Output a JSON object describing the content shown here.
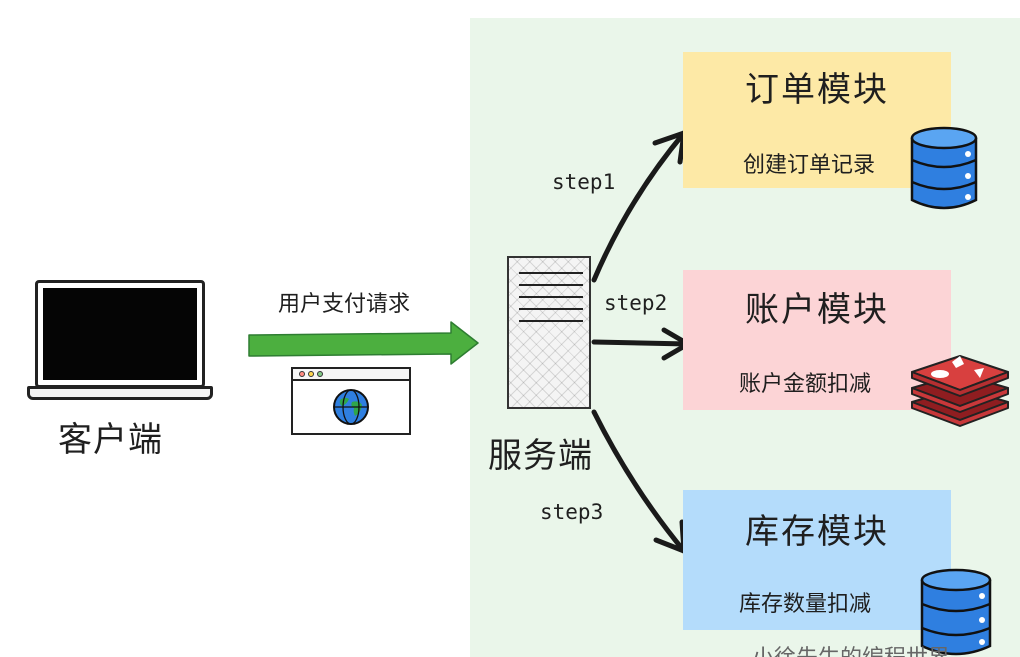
{
  "client": {
    "label": "客户端"
  },
  "request": {
    "label": "用户支付请求"
  },
  "server": {
    "label": "服务端"
  },
  "steps": [
    "step1",
    "step2",
    "step3"
  ],
  "modules": [
    {
      "title": "订单模块",
      "action": "创建订单记录",
      "color": "#fde9a6",
      "icon": "database-icon"
    },
    {
      "title": "账户模块",
      "action": "账户金额扣减",
      "color": "#fcd4d6",
      "icon": "redis-icon"
    },
    {
      "title": "库存模块",
      "action": "库存数量扣减",
      "color": "#b4dcfb",
      "icon": "database-icon"
    }
  ],
  "watermark": "小徐先生的编程世界",
  "colors": {
    "server_zone": "#eaf6ea",
    "arrow_green": "#4caf3f",
    "database_blue": "#2f7fe0",
    "redis_red": "#c8383a"
  }
}
